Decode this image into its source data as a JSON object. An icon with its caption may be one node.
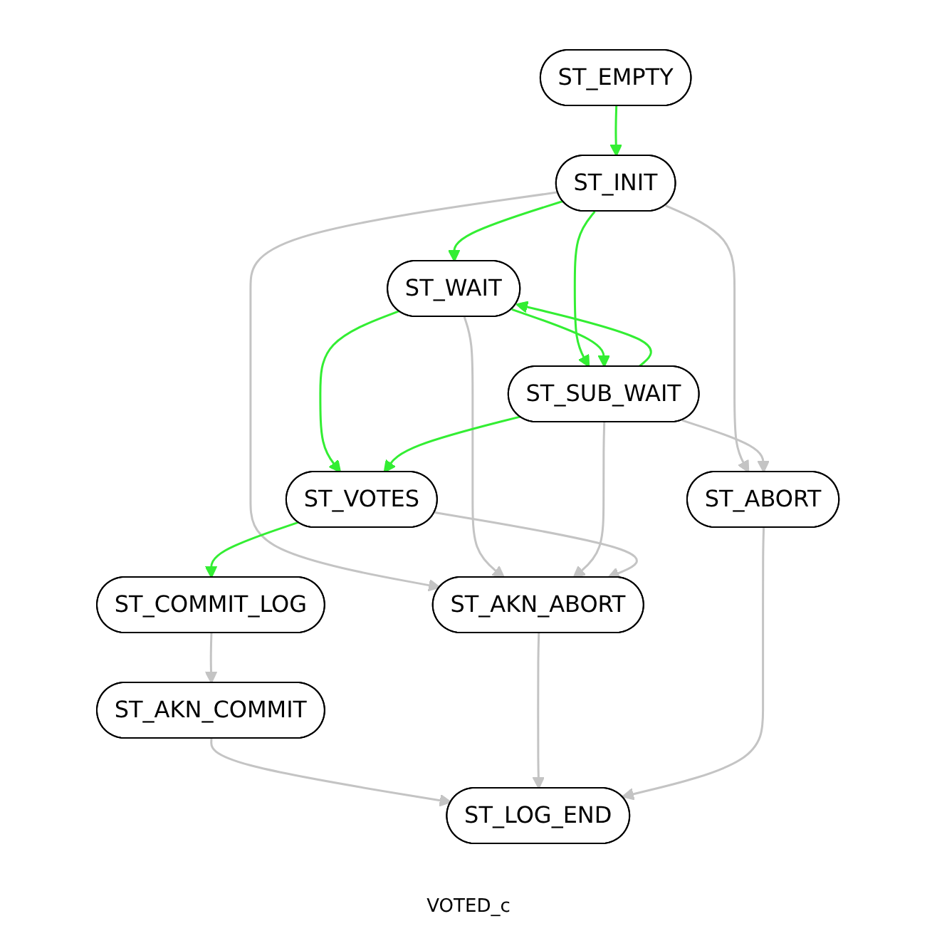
{
  "diagram": {
    "caption": "VOTED_c",
    "nodes": [
      {
        "text": [
          "ST_EMPTY"
        ]
      },
      {
        "text": [
          "ST_INIT"
        ]
      },
      {
        "text": [
          "ST_WAIT"
        ]
      },
      {
        "text": [
          "ST_SUB_WAIT"
        ]
      },
      {
        "text": [
          "ST_VOTES"
        ]
      },
      {
        "text": [
          "ST_ABORT"
        ]
      },
      {
        "text": [
          "ST_AKN_ABORT"
        ]
      },
      {
        "text": [
          "ST_COMMIT_LOG"
        ]
      },
      {
        "text": [
          "ST_AKN_COMMIT"
        ]
      },
      {
        "text": [
          "ST_LOG_END"
        ]
      }
    ],
    "edges": [
      {
        "from": 0,
        "to": 1,
        "arrow": "to",
        "color": "#33ee33"
      },
      {
        "from": 1,
        "to": 2,
        "arrow": "to",
        "color": "#33ee33"
      },
      {
        "from": 1,
        "to": 3,
        "arrow": "to",
        "color": "#33ee33"
      },
      {
        "from": 1,
        "to": 6,
        "arrow": "to"
      },
      {
        "from": 1,
        "to": 5,
        "arrow": "to"
      },
      {
        "from": 2,
        "to": 3,
        "arrow": "to",
        "color": "#33ee33"
      },
      {
        "from": 3,
        "to": 2,
        "arrow": "to",
        "color": "#33ee33"
      },
      {
        "from": 2,
        "to": 4,
        "arrow": "to",
        "color": "#33ee33"
      },
      {
        "from": 2,
        "to": 6,
        "arrow": "to"
      },
      {
        "from": 3,
        "to": 4,
        "arrow": "to",
        "color": "#33ee33"
      },
      {
        "from": 3,
        "to": 5,
        "arrow": "to"
      },
      {
        "from": 3,
        "to": 6,
        "arrow": "to"
      },
      {
        "from": 4,
        "to": 6,
        "arrow": "to"
      },
      {
        "from": 4,
        "to": 7,
        "arrow": "to",
        "color": "#33ee33"
      },
      {
        "from": 7,
        "to": 8,
        "arrow": "to"
      },
      {
        "from": 8,
        "to": 9,
        "arrow": "to"
      },
      {
        "from": 6,
        "to": 9,
        "arrow": "to"
      },
      {
        "from": 5,
        "to": 9,
        "arrow": "to"
      }
    ]
  }
}
